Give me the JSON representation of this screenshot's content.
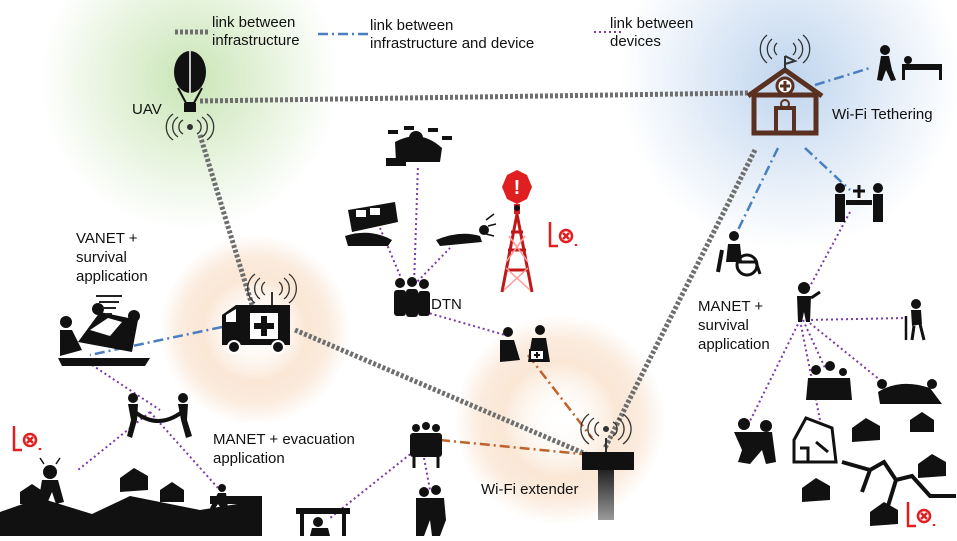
{
  "legend": {
    "infra": "link between\ninfrastructure",
    "infra_device": "link between\ninfrastructure and device",
    "devices": "link between\ndevices"
  },
  "labels": {
    "uav": "UAV",
    "wifi_tethering": "Wi-Fi Tethering",
    "vanet": "VANET +\nsurvival\napplication",
    "dtn": "DTN",
    "manet_survival": "MANET +\nsurvival\napplication",
    "manet_evac": "MANET + evacuation\napplication",
    "wifi_extender": "Wi-Fi extender"
  },
  "colors": {
    "infra_link": "#6e6e6e",
    "infra_device_link": "#4a7ec0",
    "device_link": "#7a3aa8",
    "extender_link": "#c0622a",
    "alert": "#e02020",
    "tower": "#d62020",
    "icon": "#111111",
    "uav_glow": "#bfe0a8",
    "hospital_glow": "#b8d0ec",
    "orange_glow": "#f3c9a4"
  },
  "icons": [
    "balloon-uav-icon",
    "hospital-icon",
    "ambulance-icon",
    "cell-tower-alert-icon",
    "wifi-extender-pole-icon",
    "overturned-car-icon",
    "tornado-icon",
    "stretcher-carriers-icon",
    "dtn-group-icon",
    "rubble-victim-icon",
    "crashed-bus-icon",
    "injured-person-icon",
    "first-aid-pair-icon",
    "wheelchair-icon",
    "walking-patient-icon",
    "stretcher-team-icon",
    "rescuer-icon",
    "crutch-person-icon",
    "seated-family-icon",
    "crawling-people-icon",
    "running-family-icon",
    "collapsed-house-icon",
    "scattered-houses-icon",
    "ground-crack-icon",
    "fleeing-person-icon",
    "earthquake-town-icon",
    "running-child-icon",
    "shelter-table-icon",
    "people-group-icon",
    "hugging-people-icon",
    "earthquake-symbol-icon"
  ]
}
